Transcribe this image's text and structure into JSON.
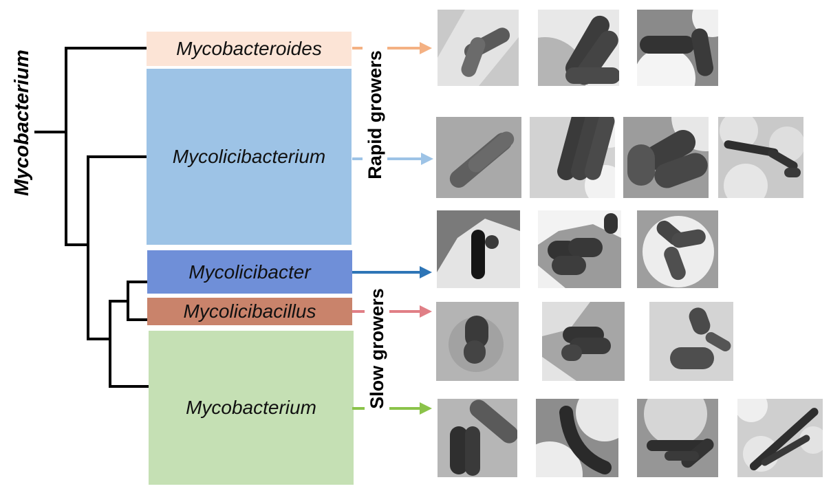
{
  "figure": {
    "root_label": "Mycobacterium",
    "growth_labels": {
      "rapid": "Rapid growers",
      "slow": "Slow growers"
    },
    "genera": [
      {
        "id": "mycobacteroides",
        "name": "Mycobacteroides",
        "box_color": "#FCE4D6",
        "arrow_color": "#F4B183"
      },
      {
        "id": "mycolicibacterium",
        "name": "Mycolicibacterium",
        "box_color": "#9DC3E6",
        "arrow_color": "#9DC3E6"
      },
      {
        "id": "mycolicibacter",
        "name": "Mycolicibacter",
        "box_color": "#6F8FD8",
        "arrow_color": "#2E75B6"
      },
      {
        "id": "mycolicibacillus",
        "name": "Mycolicibacillus",
        "box_color": "#C9836B",
        "arrow_color": "#E07F86"
      },
      {
        "id": "mycobacterium",
        "name": "Mycobacterium",
        "box_color": "#C5E0B4",
        "arrow_color": "#8BC34A"
      }
    ],
    "micrograph_rows": [
      {
        "genus": "mycobacteroides",
        "count": 3
      },
      {
        "genus": "mycolicibacterium",
        "count": 4
      },
      {
        "genus": "mycolicibacter",
        "count": 3
      },
      {
        "genus": "mycolicibacillus",
        "count": 3
      },
      {
        "genus": "mycobacterium",
        "count": 4
      }
    ]
  }
}
